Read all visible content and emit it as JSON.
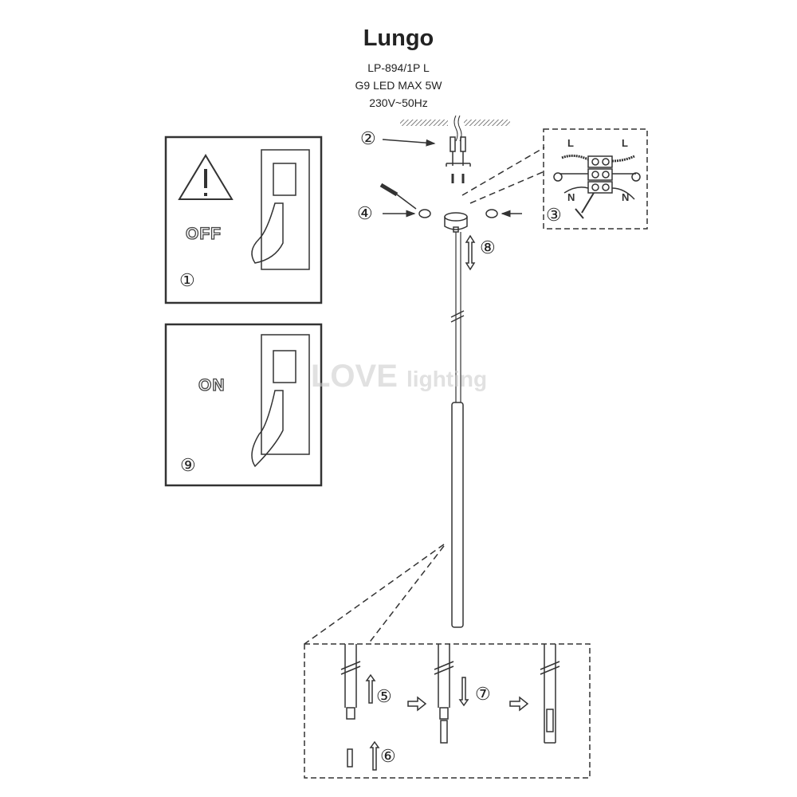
{
  "header": {
    "title": "Lungo",
    "model": "LP-894/1P L",
    "bulb": "G9 LED MAX 5W",
    "voltage": "230V~50Hz"
  },
  "steps": {
    "s1": "①",
    "s2": "②",
    "s3": "③",
    "s4": "④",
    "s5": "⑤",
    "s6": "⑥",
    "s7": "⑦",
    "s8": "⑧",
    "s9": "⑨"
  },
  "switch_panels": {
    "off_label": "OFF",
    "on_label": "ON"
  },
  "wiring": {
    "live_left": "L",
    "live_right": "L",
    "neutral_left": "N",
    "neutral_right": "N"
  },
  "watermark": {
    "line1": "LOVE",
    "line2": "lighting"
  },
  "colors": {
    "line": "#333333",
    "background": "#ffffff"
  }
}
